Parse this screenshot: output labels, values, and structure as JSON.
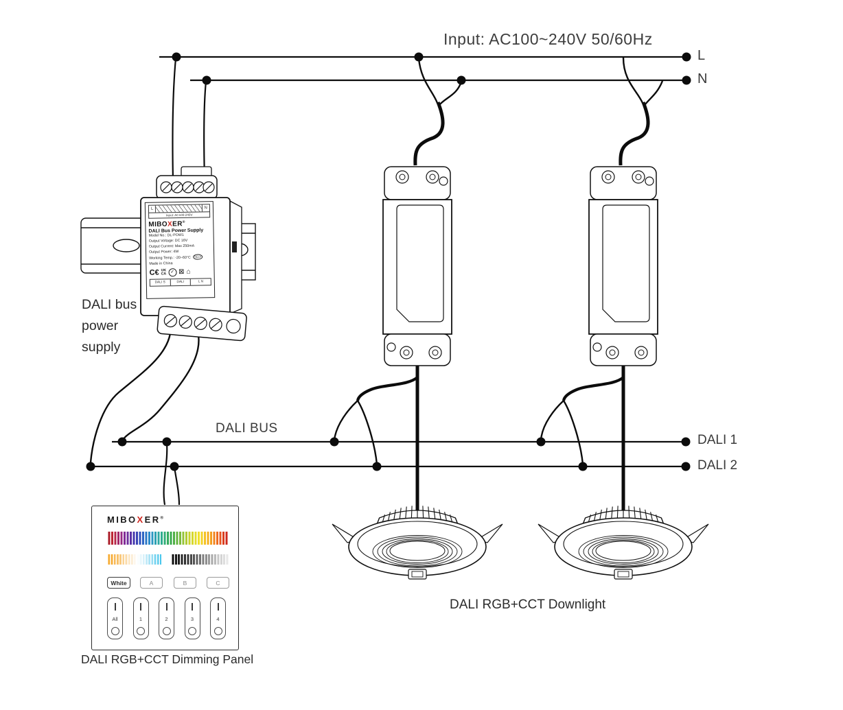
{
  "title": "Input: AC100~240V  50/60Hz",
  "lines": {
    "l": "L",
    "n": "N",
    "dali1": "DALI 1",
    "dali2": "DALI 2",
    "dali_bus": "DALI BUS"
  },
  "psu": {
    "caption_line1": "DALI bus",
    "caption_line2": "power",
    "caption_line3": "supply",
    "label": {
      "brand_pre": "MIBO",
      "brand_x": "X",
      "brand_post": "ER",
      "brand_reg": "®",
      "terminal_l": "L",
      "terminal_n": "N",
      "input_note": "Input: AC100-240V",
      "title": "DALI Bus Power Supply",
      "spec1": "Model No.: DL-POW1",
      "spec2": "Output Voltage: DC 16V",
      "spec3": "Output Current: Max 250mA",
      "spec4": "Output Power: 4W",
      "spec5": "Working Temp.: -20~60°C",
      "spec6": "Made in China",
      "selv": "SELV",
      "cert_ce": "C€",
      "cert_uk": "UK",
      "cert_ca": "CA",
      "cert_check": "✓",
      "cert_weee": "⊠",
      "cert_house": "⌂",
      "port1": "DALI S",
      "port2": "DALI",
      "port3": "L  N"
    }
  },
  "panel": {
    "brand_pre": "MIBO",
    "brand_x": "X",
    "brand_post": "ER",
    "brand_reg": "®",
    "buttons": [
      "White",
      "A",
      "B",
      "C"
    ],
    "sliders": [
      "All",
      "1",
      "2",
      "3",
      "4"
    ],
    "caption": "DALI RGB+CCT Dimming Panel"
  },
  "downlights": {
    "caption": "DALI RGB+CCT Downlight"
  },
  "colors": {
    "wire": "#0c0c0c",
    "brand_red": "#cf241c",
    "text": "#3a3a3a"
  }
}
